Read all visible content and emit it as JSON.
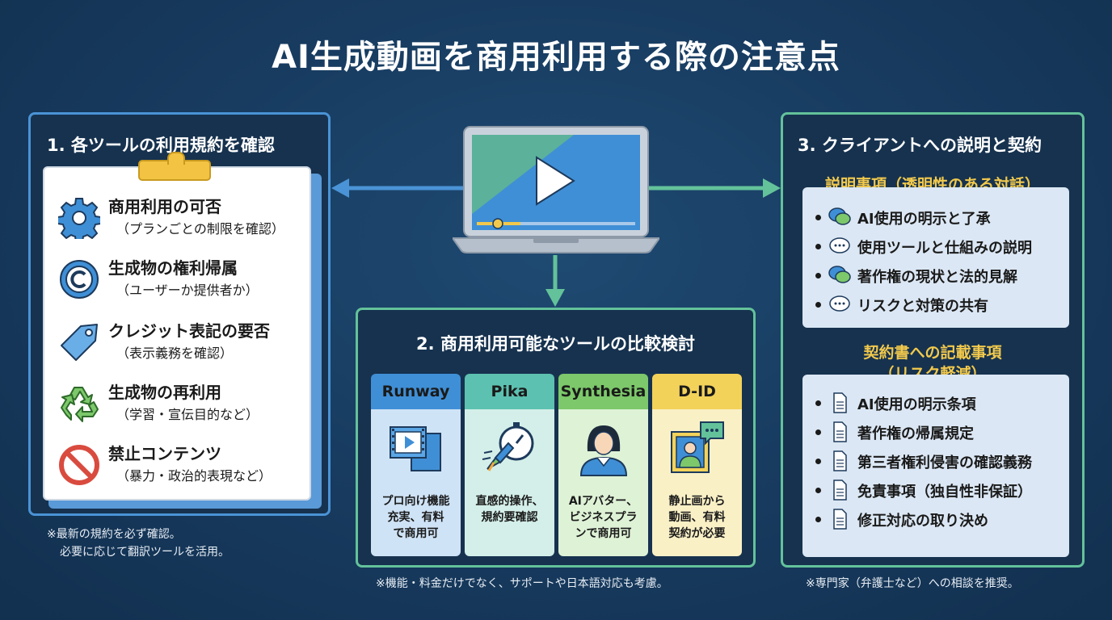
{
  "title": "AI生成動画を商用利用する際の注意点",
  "colors": {
    "background": "#173a5e",
    "blue_accent": "#4a93d6",
    "green_accent": "#63c29a",
    "yellow_accent": "#f2c94c"
  },
  "panel1": {
    "title": "1. 各ツールの利用規約を確認",
    "items": [
      {
        "icon": "gear-icon",
        "title": "商用利用の可否",
        "sub": "（プランごとの制限を確認）"
      },
      {
        "icon": "copyright-icon",
        "title": "生成物の権利帰属",
        "sub": "（ユーザーか提供者か）"
      },
      {
        "icon": "tag-icon",
        "title": "クレジット表記の要否",
        "sub": "（表示義務を確認）"
      },
      {
        "icon": "recycle-icon",
        "title": "生成物の再利用",
        "sub": "（学習・宣伝目的など）"
      },
      {
        "icon": "prohibited-icon",
        "title": "禁止コンテンツ",
        "sub": "（暴力・政治的表現など）"
      }
    ],
    "note_line1": "※最新の規約を必ず確認。",
    "note_line2": "必要に応じて翻訳ツールを活用。"
  },
  "panel2": {
    "title": "2. 商用利用可能なツールの比較検討",
    "tools": [
      {
        "name": "Runway",
        "icon": "film-icon",
        "desc": [
          "プロ向け機能",
          "充実、有料",
          "で商用可"
        ],
        "head_color": "#3f8fd6",
        "body_color": "#cfe3f6"
      },
      {
        "name": "Pika",
        "icon": "rocket-stopwatch-icon",
        "desc": [
          "直感的操作、",
          "規約要確認"
        ],
        "head_color": "#5cc1b0",
        "body_color": "#d4efe9"
      },
      {
        "name": "Synthesia",
        "icon": "avatar-icon",
        "desc": [
          "AIアバター、",
          "ビジネスプラ",
          "ンで商用可"
        ],
        "head_color": "#7cc86a",
        "body_color": "#def2d6"
      },
      {
        "name": "D-ID",
        "icon": "photo-chat-icon",
        "desc": [
          "静止画から",
          "動画、有料",
          "契約が必要"
        ],
        "head_color": "#f3d25a",
        "body_color": "#faf0c6"
      }
    ],
    "note": "※機能・料金だけでなく、サポートや日本語対応も考慮。"
  },
  "panel3": {
    "title": "3. クライアントへの説明と契約",
    "section1_head": "説明事項（透明性のある対話）",
    "section1_items": [
      {
        "icon": "chat-bubbles-icon",
        "text": "AI使用の明示と了承"
      },
      {
        "icon": "chat-bubbles-icon",
        "text": "使用ツールと仕組みの説明"
      },
      {
        "icon": "chat-bubbles-icon",
        "text": "著作権の現状と法的見解"
      },
      {
        "icon": "chat-bubbles-icon",
        "text": "リスクと対策の共有"
      }
    ],
    "section2_head_line1": "契約書への記載事項",
    "section2_head_line2": "（リスク軽減）",
    "section2_items": [
      {
        "icon": "document-icon",
        "text": "AI使用の明示条項"
      },
      {
        "icon": "document-icon",
        "text": "著作権の帰属規定"
      },
      {
        "icon": "document-icon",
        "text": "第三者権利侵害の確認義務"
      },
      {
        "icon": "document-icon",
        "text": "免責事項（独自性非保証）"
      },
      {
        "icon": "document-icon",
        "text": "修正対応の取り決め"
      }
    ],
    "note": "※専門家（弁護士など）への相談を推奨。"
  },
  "center": {
    "icon": "laptop-play-icon"
  }
}
